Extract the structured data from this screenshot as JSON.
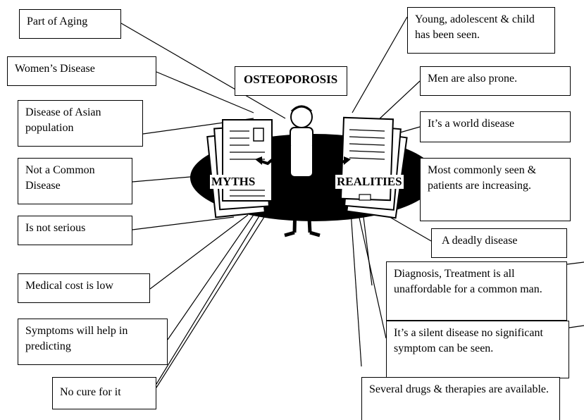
{
  "title": "OSTEOPOROSIS",
  "myths_label": "MYTHS",
  "realities_label": "REALITIES",
  "myths": [
    "Part of Aging",
    "Women’s Disease",
    "Disease of Asian population",
    "Not a Common Disease",
    "Is not serious",
    "Medical cost is low",
    "Symptoms will help in predicting",
    "No cure for it"
  ],
  "realities": [
    "Young, adolescent & child has been seen.",
    "Men are also prone.",
    "It’s a world disease",
    "Most commonly seen & patients are increasing.",
    "A deadly disease",
    "Diagnosis, Treatment is all unaffordable for a common man.",
    "It’s a silent disease no significant symptom can be seen.",
    "Several drugs & therapies are available."
  ]
}
